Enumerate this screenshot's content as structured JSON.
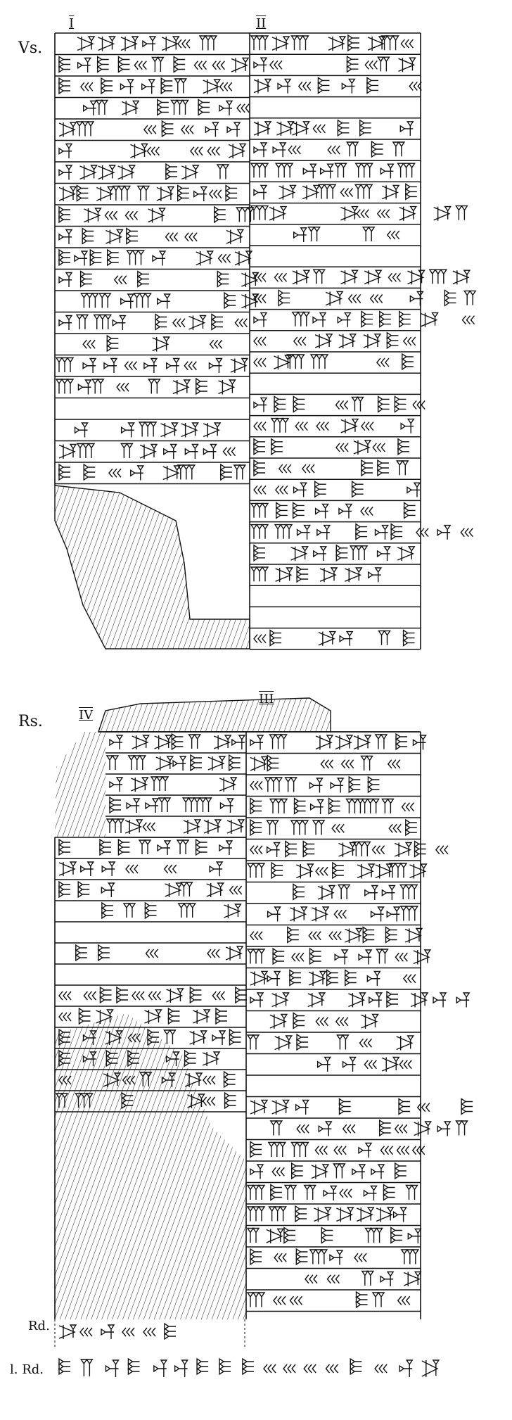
{
  "obverse": {
    "label": "Vs.",
    "columns": [
      {
        "label": "I"
      },
      {
        "label": "II"
      }
    ]
  },
  "reverse": {
    "label": "Rs.",
    "columns": [
      {
        "label": "IV"
      },
      {
        "label": "III"
      }
    ]
  },
  "edge": {
    "label": "Rd."
  },
  "left_edge": {
    "label": "l. Rd."
  },
  "colors": {
    "ink": "#111111",
    "paper": "#ffffff"
  }
}
